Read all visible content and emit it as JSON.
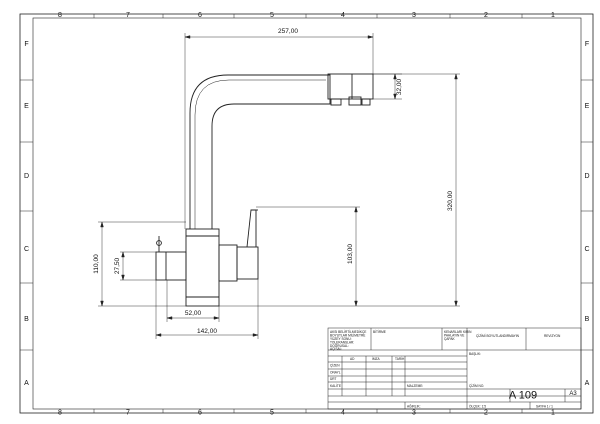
{
  "sheet": {
    "columns_top": [
      "8",
      "7",
      "6",
      "5",
      "4",
      "3",
      "2",
      "1"
    ],
    "columns_bottom": [
      "8",
      "7",
      "6",
      "5",
      "4",
      "3",
      "2",
      "1"
    ],
    "rows_left": [
      "F",
      "E",
      "D",
      "C",
      "B",
      "A"
    ],
    "rows_right": [
      "F",
      "E",
      "D",
      "C",
      "B",
      "A"
    ]
  },
  "dimensions": {
    "spout_reach": "257,00",
    "spout_height": "32,00",
    "total_height": "320,00",
    "lever_height": "103,00",
    "body_height": "110,00",
    "inlet_height": "27,50",
    "body_width": "52,00",
    "total_width": "142,00"
  },
  "title_block": {
    "note_lines": [
      "AKSI BELİRTİLMEDİKÇE",
      "BOYUTLAR MİLİMETRE",
      "YÜZEY SONU:",
      "TOLERANSLAR:",
      "DOĞRUSAL:",
      "AÇISAL:"
    ],
    "finish_label": "BİTİRME",
    "edge_lines": [
      "KENARLARI KIRIN",
      "PAHLAYIN VE",
      "ÇAPAK"
    ],
    "scale_note": "ÇİZİMİ BOYUTLANDIRMAYIN",
    "revision_label": "REVIZYON",
    "header_cols": [
      "AD",
      "İMZA",
      "TARİH"
    ],
    "title_label": "BAŞLIK:",
    "role_rows": [
      "ÇİZEN",
      "ONAYL",
      "ÜRT",
      "KALİTE"
    ],
    "material_label": "MALZEME:",
    "dwg_no_label": "ÇİZİM NO.",
    "dwg_no": "A 109",
    "sheet_size": "A3",
    "weight_label": "AĞIRLIK:",
    "scale": "ÖLÇEK: 1:5",
    "sheet_index": "SAYFA 1 / 1"
  }
}
